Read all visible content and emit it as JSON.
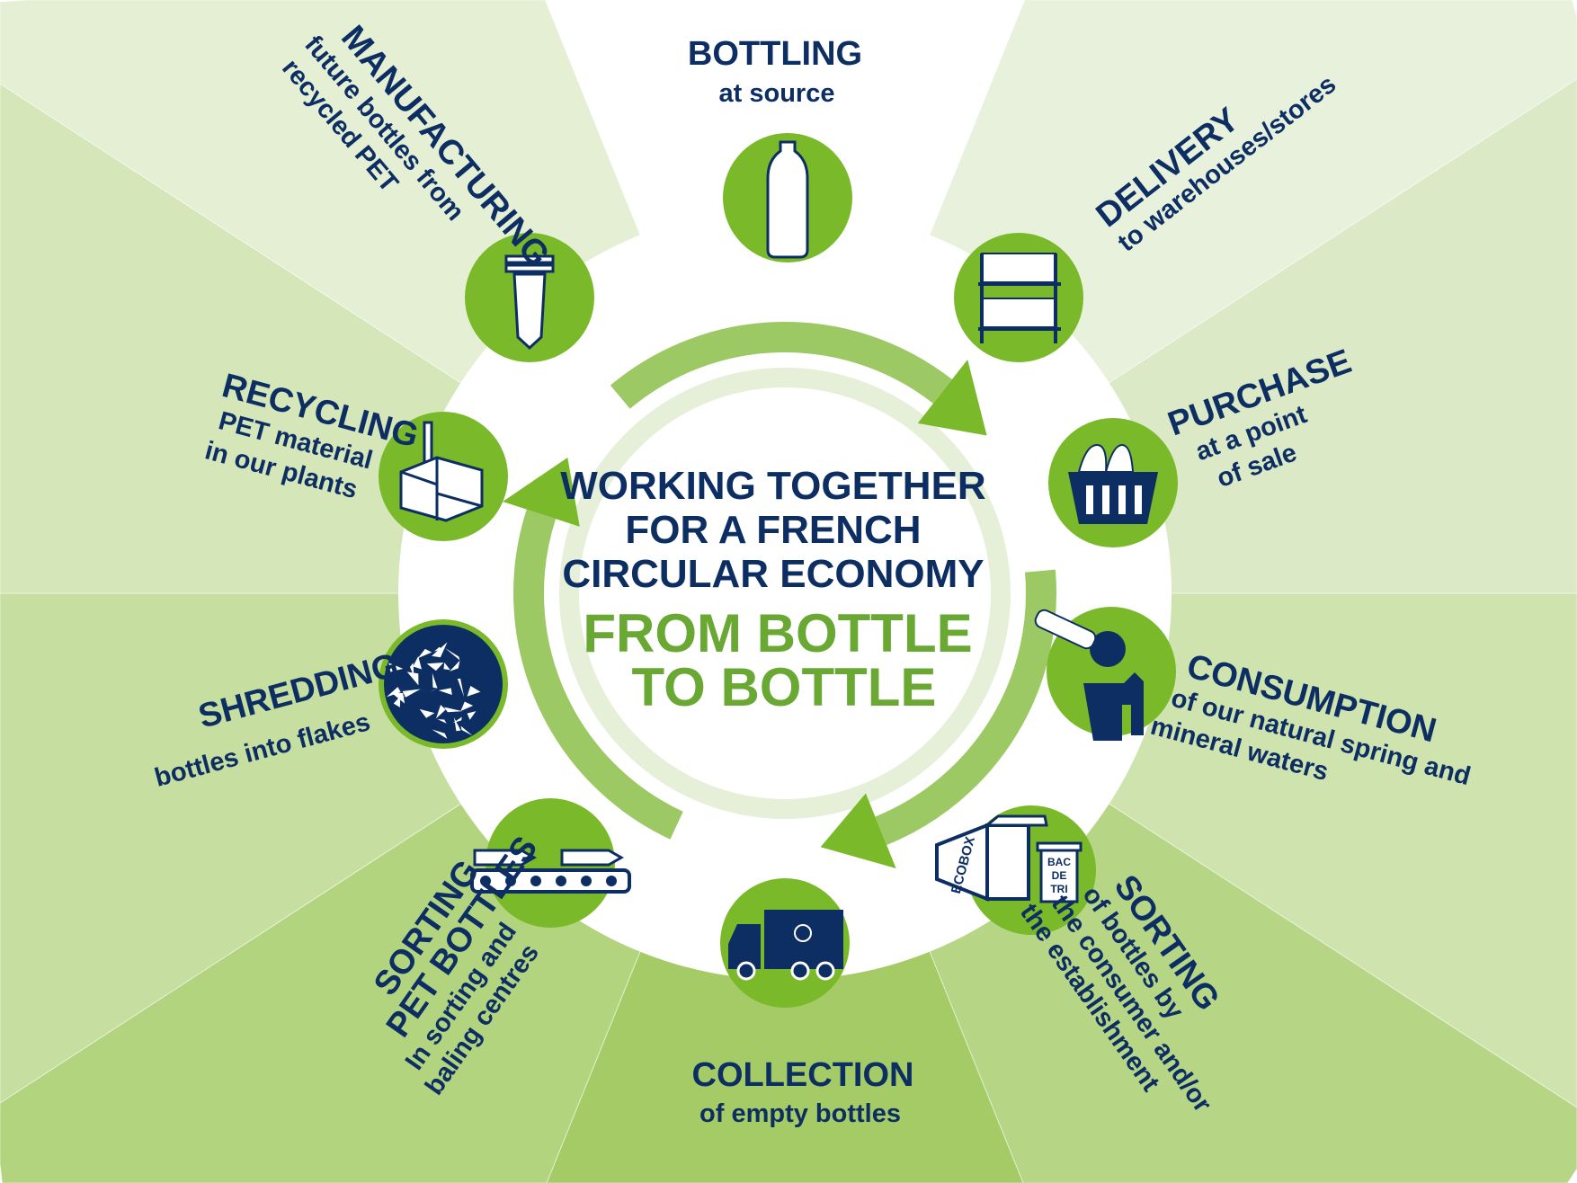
{
  "center": {
    "line1": "WORKING TOGETHER",
    "line2": "FOR A FRENCH",
    "line3": "CIRCULAR ECONOMY",
    "green1": "FROM BOTTLE",
    "green2": "TO BOTTLE"
  },
  "steps": [
    {
      "title": "BOTTLING",
      "lines": [
        "at source"
      ],
      "icon": "bottle-icon"
    },
    {
      "title": "DELIVERY",
      "lines": [
        "to warehouses/stores"
      ],
      "icon": "shelves-icon"
    },
    {
      "title": "PURCHASE",
      "lines": [
        "at a point",
        "of sale"
      ],
      "icon": "basket-icon"
    },
    {
      "title": "CONSUMPTION",
      "lines": [
        "of our natural spring and",
        "mineral waters"
      ],
      "icon": "drinking-person-icon"
    },
    {
      "title": "SORTING",
      "lines": [
        "of bottles by",
        "the consumer and/or",
        "the establishment"
      ],
      "icon": "ecobox-bin-icon",
      "ecobox": "ECOBOX",
      "bin": [
        "BAC",
        "DE",
        "TRI"
      ]
    },
    {
      "title": "COLLECTION",
      "lines": [
        "of empty bottles"
      ],
      "icon": "garbage-truck-icon"
    },
    {
      "title": "SORTING",
      "title2": "PET BOTTLES",
      "lines": [
        "In sorting and",
        "baling centres"
      ],
      "icon": "conveyor-icon"
    },
    {
      "title": "SHREDDING",
      "lines": [
        "bottles into flakes"
      ],
      "icon": "flakes-icon"
    },
    {
      "title": "RECYCLING",
      "lines": [
        "PET material",
        "in our plants"
      ],
      "icon": "factory-icon"
    },
    {
      "title": "MANUFACTURING",
      "lines": [
        "future bottles from",
        "recycled PET"
      ],
      "icon": "preform-icon"
    }
  ],
  "colors": {
    "navy": "#0d2e63",
    "green": "#6aa834",
    "icon_bg": "#7ab929",
    "arrow": "#8cc04a"
  }
}
